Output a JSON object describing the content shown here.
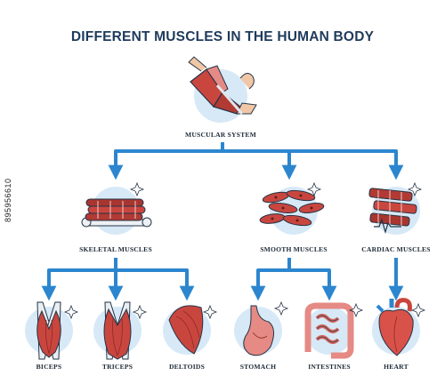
{
  "title": "DIFFERENT MUSCLES IN THE HUMAN BODY",
  "root": {
    "label": "MUSCULAR SYSTEM",
    "icon": "flexed-arm-icon"
  },
  "categories": [
    {
      "label": "SKELETAL MUSCLES",
      "icon": "skeletal-muscle-fibers-icon"
    },
    {
      "label": "SMOOTH MUSCLES",
      "icon": "smooth-muscle-cells-icon"
    },
    {
      "label": "CARDIAC MUSCLES",
      "icon": "cardiac-muscle-fibers-icon"
    }
  ],
  "examples": [
    {
      "label": "BICEPS",
      "icon": "biceps-muscle-icon"
    },
    {
      "label": "TRICEPS",
      "icon": "triceps-muscle-icon"
    },
    {
      "label": "DELTOIDS",
      "icon": "deltoid-muscle-icon"
    },
    {
      "label": "STOMACH",
      "icon": "stomach-icon"
    },
    {
      "label": "INTESTINES",
      "icon": "intestines-icon"
    },
    {
      "label": "HEART",
      "icon": "heart-icon"
    }
  ],
  "stock_id": "895956610",
  "colors": {
    "arrow": "#2c86cf",
    "circle": "#d7e9f7",
    "muscle": "#c9463f",
    "title": "#1f3b5c"
  }
}
